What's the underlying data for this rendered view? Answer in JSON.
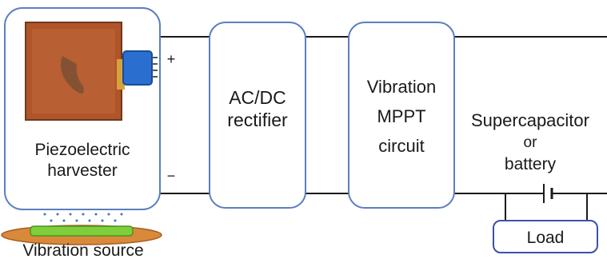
{
  "harvester": {
    "line1": "Piezoelectric",
    "line2": "harvester",
    "plus": "+",
    "minus": "−"
  },
  "source": {
    "label": "Vibration source"
  },
  "rectifier": {
    "line1": "AC/DC",
    "line2": "rectifier"
  },
  "mppt": {
    "line1": "Vibration",
    "line2": "MPPT",
    "line3": "circuit"
  },
  "storage": {
    "line1": "Supercapacitor",
    "line2": "or",
    "line3": "battery"
  },
  "load": {
    "label": "Load"
  },
  "colors": {
    "box_border": "#5b7fbf",
    "wire": "#1a1a1a",
    "harvester_plate": "#b0542a",
    "harvester_connector": "#2a6fd0",
    "source_base": "#d8893a",
    "source_top": "#7fcf3a",
    "dots": "#3b74c8"
  }
}
